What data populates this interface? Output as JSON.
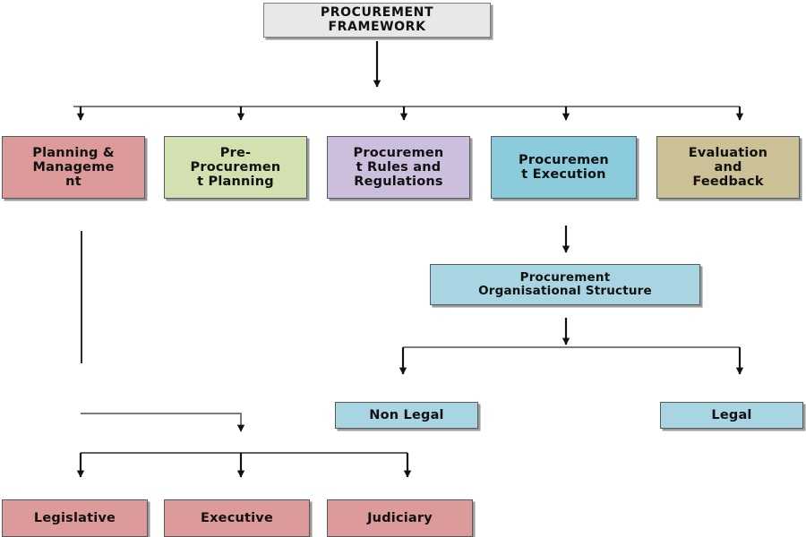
{
  "diagram": {
    "title_node": {
      "label": "PROCUREMENT\nFRAMEWORK",
      "line1": "PROCUREMENT",
      "line2": "FRAMEWORK",
      "fill": "#e8e8e8",
      "border": "#7a7a7a"
    },
    "pillars": [
      {
        "id": "planning-management",
        "line1": "Planning &",
        "line2": "Manageme",
        "line3": "nt",
        "fill": "#dd9a9a"
      },
      {
        "id": "pre-procurement-planning",
        "line1": "Pre-",
        "line2": "Procuremen",
        "line3": "t Planning",
        "fill": "#d3e0b0"
      },
      {
        "id": "procurement-rules-and-regulations",
        "line1": "Procuremen",
        "line2": "t Rules and",
        "line3": "Regulations",
        "fill": "#cbbfdd"
      },
      {
        "id": "procurement-execution",
        "line1": "Procuremen",
        "line2": "t Execution",
        "line3": "",
        "fill": "#8ccbdc"
      },
      {
        "id": "evaluation-and-feedback",
        "line1": "Evaluation",
        "line2": "and",
        "line3": "Feedback",
        "fill": "#ccc196"
      }
    ],
    "org_structure": {
      "id": "procurement-organisational-structure",
      "line1": "Procurement",
      "line2": "Organisational Structure",
      "fill": "#a9d5e2"
    },
    "org_children": [
      {
        "id": "non-legal",
        "label": "Non Legal",
        "fill": "#a9d5e2"
      },
      {
        "id": "legal",
        "label": "Legal",
        "fill": "#a9d5e2"
      }
    ],
    "branches_of_government": [
      {
        "id": "legislative",
        "label": "Legislative",
        "fill": "#dd9a9a"
      },
      {
        "id": "executive",
        "label": "Executive",
        "fill": "#dd9a9a"
      },
      {
        "id": "judiciary",
        "label": "Judiciary",
        "fill": "#dd9a9a"
      }
    ],
    "colors": {
      "line": "#4a4a4a",
      "bus": "#6b6b6b",
      "shadow": "#787878",
      "background": "#ffffff",
      "text": "#111111"
    }
  }
}
